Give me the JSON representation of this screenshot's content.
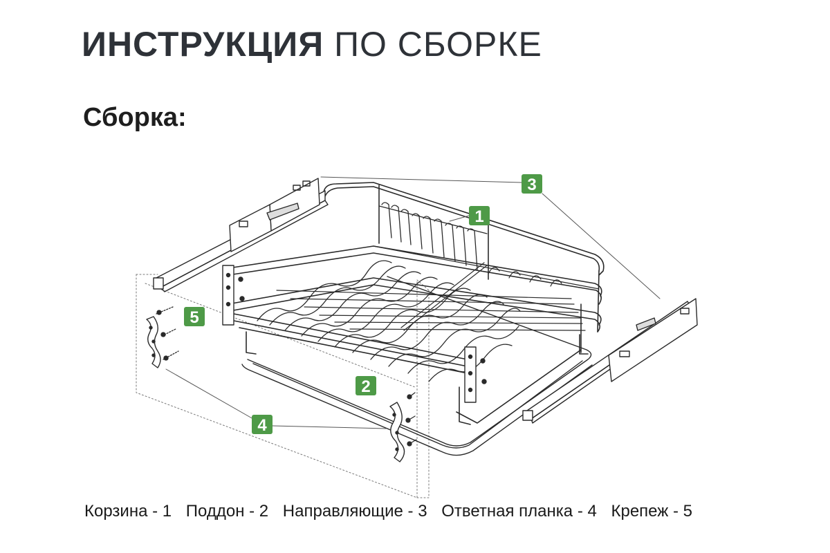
{
  "header": {
    "title_bold": "ИНСТРУКЦИЯ",
    "title_light": "ПО СБОРКЕ",
    "subtitle": "Сборка:"
  },
  "callouts": [
    "1",
    "2",
    "3",
    "4",
    "5"
  ],
  "legend": [
    "Корзина - 1",
    "Поддон - 2",
    "Направляющие - 3",
    "Ответная планка - 4",
    "Крепеж - 5"
  ],
  "colors": {
    "badge": "#4e9a47",
    "title": "#2e3238",
    "line": "#2a2a2a"
  }
}
